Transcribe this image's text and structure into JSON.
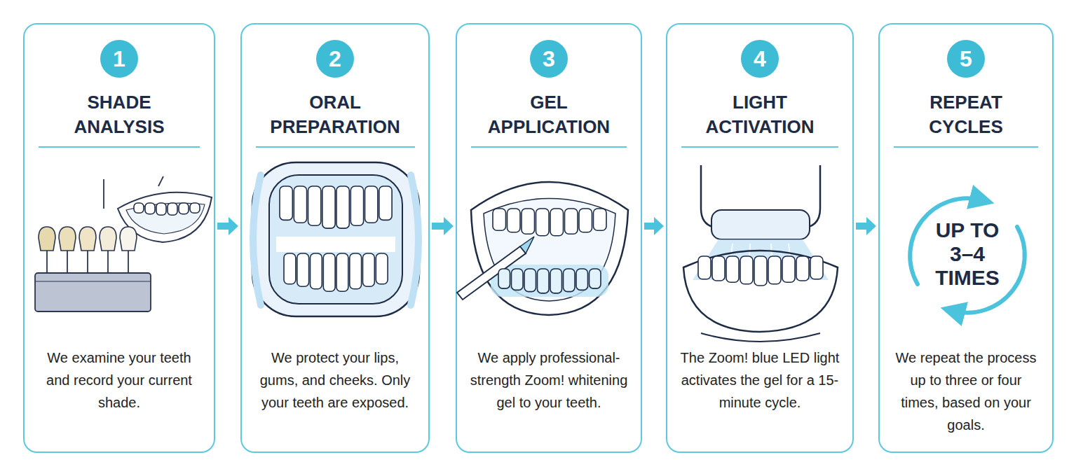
{
  "diagram": {
    "nodes": [
      {
        "text": [
          "SHADE ANALYSIS",
          "We examine your teeth and record your current shade."
        ]
      },
      {
        "text": [
          "1"
        ],
        "in": 0
      },
      {
        "text": [
          "ORAL PREPARATION",
          "We protect your lips, gums, and cheeks. Only your teeth are exposed."
        ]
      },
      {
        "text": [
          "2"
        ],
        "in": 2
      },
      {
        "text": [
          "GEL APPLICATION",
          "We apply professional-strength Zoom! whitening gel to your teeth."
        ]
      },
      {
        "text": [
          "3"
        ],
        "in": 4
      },
      {
        "text": [
          "LIGHT ACTIVATION",
          "The Zoom! blue LED light activates the gel for a 15-minute cycle."
        ]
      },
      {
        "text": [
          "4"
        ],
        "in": 6
      },
      {
        "text": [
          "REPEAT CYCLES",
          "We repeat the process up to three or four times, based on your goals."
        ]
      },
      {
        "text": [
          "5"
        ],
        "in": 8
      }
    ],
    "edges": [
      {
        "from": 0,
        "to": 2,
        "arrow": "to"
      },
      {
        "from": 2,
        "to": 4,
        "arrow": "to"
      },
      {
        "from": 4,
        "to": 6,
        "arrow": "to"
      },
      {
        "from": 6,
        "to": 8,
        "arrow": "to"
      }
    ],
    "labels": [
      "UP TO 3–4 TIMES"
    ]
  }
}
